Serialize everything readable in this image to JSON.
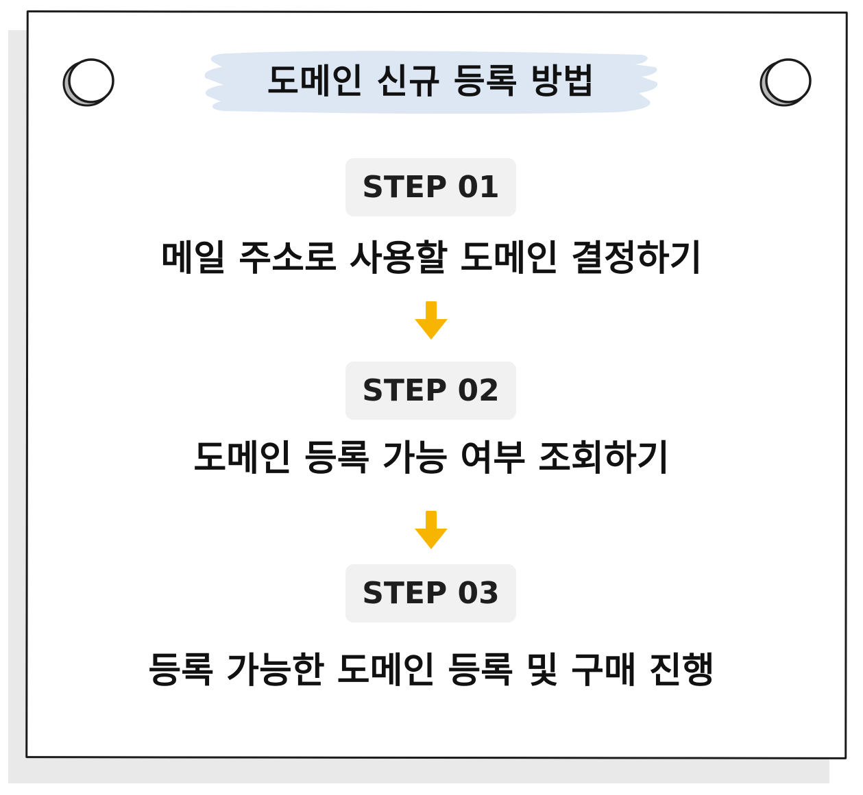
{
  "title": "도메인 신규 등록 방법",
  "accent_color": "#f7b500",
  "highlight_color": "#dce7f3",
  "steps": [
    {
      "label": "STEP 01",
      "description": "메일 주소로 사용할 도메인 결정하기"
    },
    {
      "label": "STEP 02",
      "description": "도메인 등록 가능 여부 조회하기"
    },
    {
      "label": "STEP 03",
      "description": "등록 가능한 도메인 등록 및 구매 진행"
    }
  ],
  "icons": {
    "ring": "binder-ring-icon",
    "arrow": "arrow-down-icon"
  }
}
